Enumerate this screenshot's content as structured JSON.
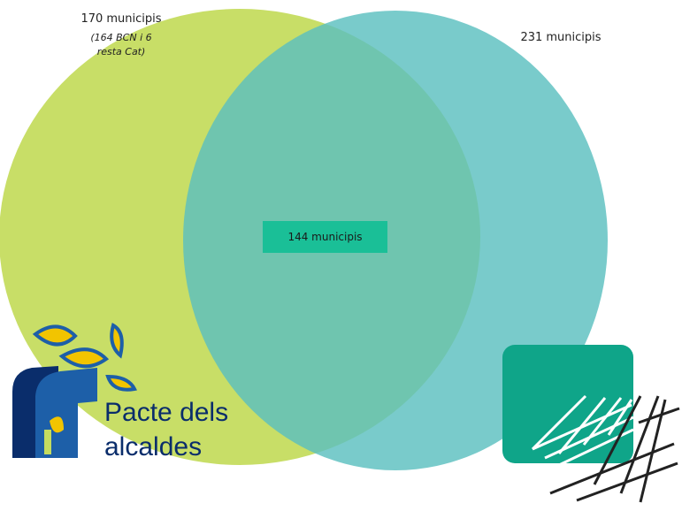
{
  "sets": {
    "left": {
      "count_label": "170 municipis",
      "note_line1": "(164 BCN i 6",
      "note_line2": "resta Cat)",
      "color": "#c5dc5f"
    },
    "right": {
      "count_label": "231 municipis",
      "color": "#6cc4c5"
    },
    "intersection": {
      "label": "144 municipis",
      "color": "#6bbf8c",
      "badge_color": "#1abf97"
    }
  },
  "logos": {
    "pacte": {
      "word1": "Pacte",
      "word2": "dels",
      "word3": "alcaldes",
      "color_blue": "#1d5fa8",
      "color_yellow": "#f2c400",
      "color_navy": "#0a2d6b"
    },
    "grid_logo": {
      "color": "#0fa589"
    }
  }
}
